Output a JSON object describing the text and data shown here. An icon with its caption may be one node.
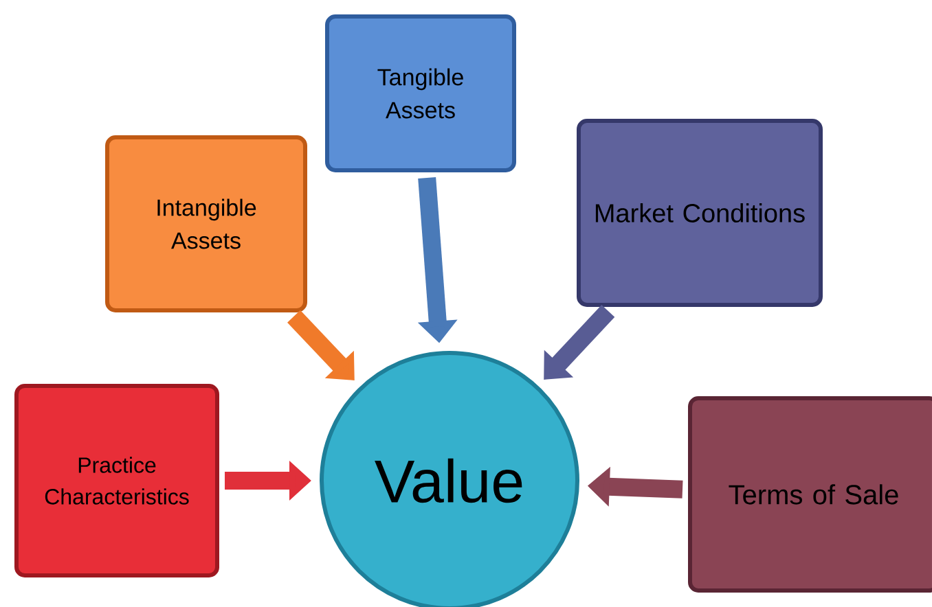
{
  "diagram": {
    "nodes": [
      {
        "text": [
          "Tangible Assets"
        ]
      },
      {
        "text": [
          "Intangible Assets"
        ]
      },
      {
        "text": [
          "Market Conditions"
        ]
      },
      {
        "text": [
          "Practice Characteristics"
        ]
      },
      {
        "text": [
          "Value"
        ]
      },
      {
        "text": [
          "Terms of Sale"
        ]
      }
    ],
    "edges": [
      {
        "from": 0,
        "to": 4,
        "arrow": "to",
        "color": "#4a7ab8"
      },
      {
        "from": 1,
        "to": 4,
        "arrow": "to",
        "color": "#f07a2a"
      },
      {
        "from": 2,
        "to": 4,
        "arrow": "to",
        "color": "#585c94"
      },
      {
        "from": 3,
        "to": 4,
        "arrow": "to",
        "color": "#e0303a"
      },
      {
        "from": 5,
        "to": 4,
        "arrow": "to",
        "color": "#8a4454"
      }
    ]
  }
}
